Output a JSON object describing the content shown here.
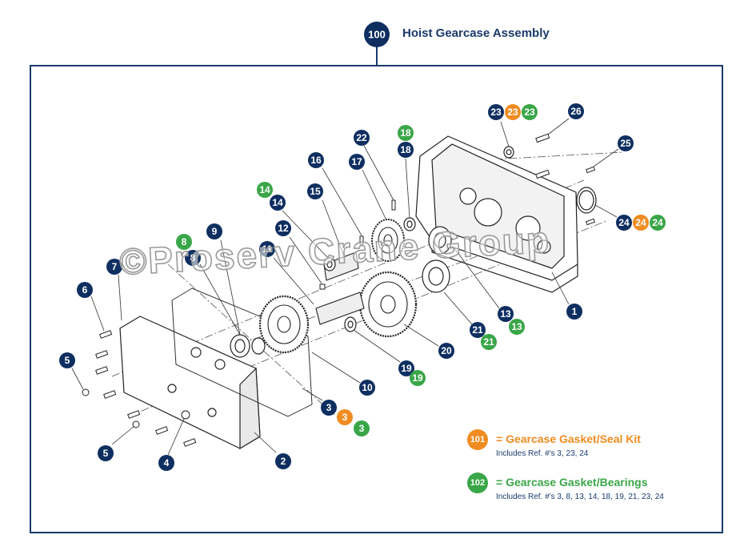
{
  "header": {
    "assembly_ref": "100",
    "title": "Hoist Gearcase Assembly"
  },
  "colors": {
    "navy": "#0f2f61",
    "orange": "#f08c21",
    "green": "#3aa648",
    "frame": "#1a3a6b"
  },
  "callouts": [
    {
      "id": "c23a",
      "label": "23",
      "color": "navy"
    },
    {
      "id": "c23b",
      "label": "23",
      "color": "orange"
    },
    {
      "id": "c23c",
      "label": "23",
      "color": "green"
    },
    {
      "id": "c26",
      "label": "26",
      "color": "navy"
    },
    {
      "id": "c25",
      "label": "25",
      "color": "navy"
    },
    {
      "id": "c24a",
      "label": "24",
      "color": "navy"
    },
    {
      "id": "c24b",
      "label": "24",
      "color": "orange"
    },
    {
      "id": "c24c",
      "label": "24",
      "color": "green"
    },
    {
      "id": "c22",
      "label": "22",
      "color": "navy"
    },
    {
      "id": "c18a",
      "label": "18",
      "color": "green"
    },
    {
      "id": "c18b",
      "label": "18",
      "color": "navy"
    },
    {
      "id": "c16",
      "label": "16",
      "color": "navy"
    },
    {
      "id": "c17",
      "label": "17",
      "color": "navy"
    },
    {
      "id": "c14a",
      "label": "14",
      "color": "green"
    },
    {
      "id": "c14b",
      "label": "14",
      "color": "navy"
    },
    {
      "id": "c15",
      "label": "15",
      "color": "navy"
    },
    {
      "id": "c12",
      "label": "12",
      "color": "navy"
    },
    {
      "id": "c11",
      "label": "11",
      "color": "navy"
    },
    {
      "id": "c9",
      "label": "9",
      "color": "navy"
    },
    {
      "id": "c8a",
      "label": "8",
      "color": "green"
    },
    {
      "id": "c8b",
      "label": "8",
      "color": "navy"
    },
    {
      "id": "c7",
      "label": "7",
      "color": "navy"
    },
    {
      "id": "c6",
      "label": "6",
      "color": "navy"
    },
    {
      "id": "c5a",
      "label": "5",
      "color": "navy"
    },
    {
      "id": "c5b",
      "label": "5",
      "color": "navy"
    },
    {
      "id": "c4",
      "label": "4",
      "color": "navy"
    },
    {
      "id": "c2",
      "label": "2",
      "color": "navy"
    },
    {
      "id": "c3a",
      "label": "3",
      "color": "navy"
    },
    {
      "id": "c3b",
      "label": "3",
      "color": "orange"
    },
    {
      "id": "c3c",
      "label": "3",
      "color": "green"
    },
    {
      "id": "c10",
      "label": "10",
      "color": "navy"
    },
    {
      "id": "c20",
      "label": "20",
      "color": "navy"
    },
    {
      "id": "c19a",
      "label": "19",
      "color": "navy"
    },
    {
      "id": "c19b",
      "label": "19",
      "color": "green"
    },
    {
      "id": "c21a",
      "label": "21",
      "color": "navy"
    },
    {
      "id": "c21b",
      "label": "21",
      "color": "green"
    },
    {
      "id": "c13a",
      "label": "13",
      "color": "navy"
    },
    {
      "id": "c13b",
      "label": "13",
      "color": "green"
    },
    {
      "id": "c1",
      "label": "1",
      "color": "navy"
    }
  ],
  "kits": [
    {
      "id": "k101",
      "ref": "101",
      "color": "orange",
      "title": "= Gearcase Gasket/Seal Kit",
      "includes": "Includes Ref. #'s 3, 23, 24"
    },
    {
      "id": "k102",
      "ref": "102",
      "color": "green",
      "title": "= Gearcase Gasket/Bearings",
      "includes": "Includes Ref. #'s 3, 8, 13, 14, 18, 19, 21, 23, 24"
    }
  ],
  "watermark": "©Proserv Crane Group"
}
